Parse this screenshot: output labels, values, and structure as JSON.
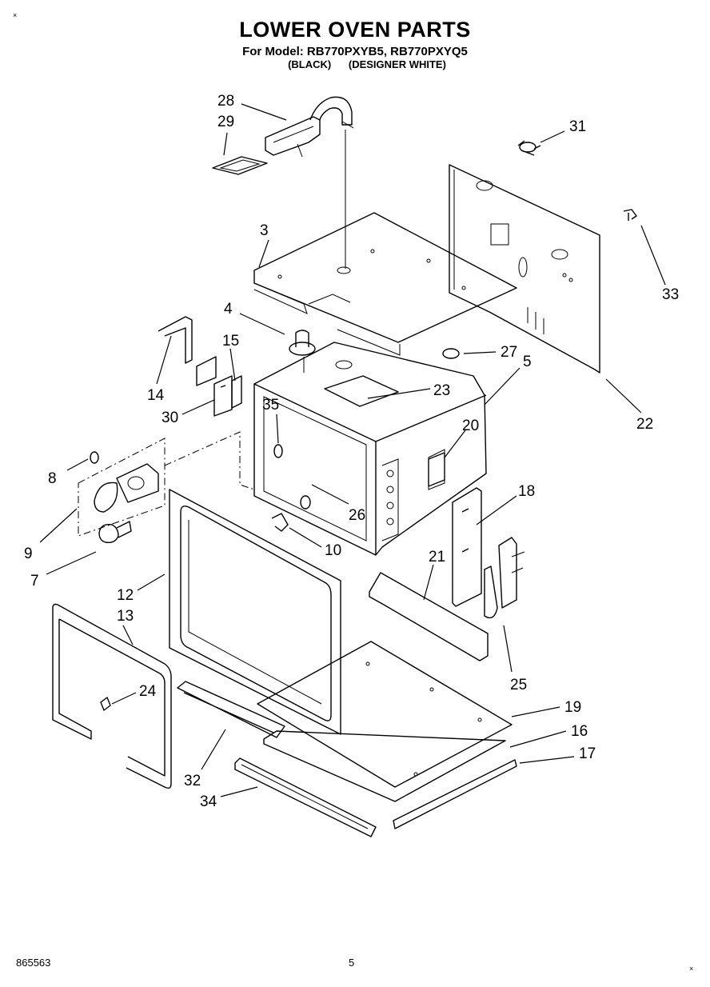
{
  "header": {
    "title": "LOWER OVEN PARTS",
    "subtitle": "For Model: RB770PXYB5, RB770PXYQ5",
    "variant_black": "(BLACK)",
    "variant_white": "(DESIGNER WHITE)"
  },
  "footer": {
    "code": "865563",
    "page": "5"
  },
  "marks": {
    "corner": "×"
  },
  "callouts": [
    "3",
    "4",
    "5",
    "7",
    "8",
    "9",
    "10",
    "12",
    "13",
    "14",
    "15",
    "16",
    "17",
    "18",
    "19",
    "20",
    "21",
    "22",
    "23",
    "24",
    "25",
    "26",
    "27",
    "28",
    "29",
    "30",
    "31",
    "32",
    "33",
    "34",
    "35"
  ]
}
